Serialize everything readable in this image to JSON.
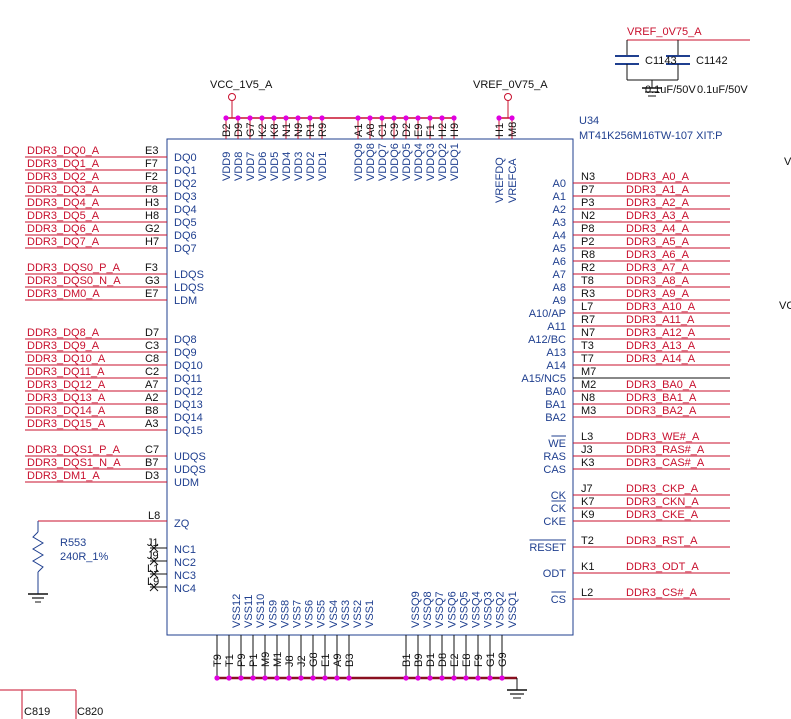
{
  "power": {
    "vcc": "VCC_1V5_A",
    "vref_mid": "VREF_0V75_A",
    "vref_top": "VREF_0V75_A"
  },
  "caps_top": {
    "c1": "C1143",
    "c2": "C1142",
    "c1_val": "0.1uF/50V",
    "c2_val": "0.1uF/50V"
  },
  "chip": {
    "ref": "U34",
    "part": "MT41K256M16TW-107 XIT:P"
  },
  "top_pins": {
    "vdd_nums": [
      "B2",
      "D9",
      "G7",
      "K2",
      "K8",
      "N1",
      "N9",
      "R1",
      "R9"
    ],
    "vddq_nums": [
      "A1",
      "A8",
      "C1",
      "C9",
      "D2",
      "E9",
      "F1",
      "H2",
      "H9"
    ],
    "vref_nums": [
      "H1",
      "M8"
    ],
    "vdd_names": [
      "VDD9",
      "VDD8",
      "VDD7",
      "VDD6",
      "VDD5",
      "VDD4",
      "VDD3",
      "VDD2",
      "VDD1"
    ],
    "vddq_names": [
      "VDDQ9",
      "VDDQ8",
      "VDDQ7",
      "VDDQ6",
      "VDDQ5",
      "VDDQ4",
      "VDDQ3",
      "VDDQ2",
      "VDDQ1"
    ],
    "vref_names": [
      "VREFDQ",
      "VREFCA"
    ]
  },
  "left_pins": [
    {
      "net": "DDR3_DQ0_A",
      "num": "E3",
      "name": "DQ0"
    },
    {
      "net": "DDR3_DQ1_A",
      "num": "F7",
      "name": "DQ1"
    },
    {
      "net": "DDR3_DQ2_A",
      "num": "F2",
      "name": "DQ2"
    },
    {
      "net": "DDR3_DQ3_A",
      "num": "F8",
      "name": "DQ3"
    },
    {
      "net": "DDR3_DQ4_A",
      "num": "H3",
      "name": "DQ4"
    },
    {
      "net": "DDR3_DQ5_A",
      "num": "H8",
      "name": "DQ5"
    },
    {
      "net": "DDR3_DQ6_A",
      "num": "G2",
      "name": "DQ6"
    },
    {
      "net": "DDR3_DQ7_A",
      "num": "H7",
      "name": "DQ7"
    },
    {
      "net": "DDR3_DQS0_P_A",
      "num": "F3",
      "name": "LDQS"
    },
    {
      "net": "DDR3_DQS0_N_A",
      "num": "G3",
      "name": "LDQS"
    },
    {
      "net": "DDR3_DM0_A",
      "num": "E7",
      "name": "LDM"
    },
    {
      "net": "DDR3_DQ8_A",
      "num": "D7",
      "name": "DQ8"
    },
    {
      "net": "DDR3_DQ9_A",
      "num": "C3",
      "name": "DQ9"
    },
    {
      "net": "DDR3_DQ10_A",
      "num": "C8",
      "name": "DQ10"
    },
    {
      "net": "DDR3_DQ11_A",
      "num": "C2",
      "name": "DQ11"
    },
    {
      "net": "DDR3_DQ12_A",
      "num": "A7",
      "name": "DQ12"
    },
    {
      "net": "DDR3_DQ13_A",
      "num": "A2",
      "name": "DQ13"
    },
    {
      "net": "DDR3_DQ14_A",
      "num": "B8",
      "name": "DQ14"
    },
    {
      "net": "DDR3_DQ15_A",
      "num": "A3",
      "name": "DQ15"
    },
    {
      "net": "DDR3_DQS1_P_A",
      "num": "C7",
      "name": "UDQS"
    },
    {
      "net": "DDR3_DQS1_N_A",
      "num": "B7",
      "name": "UDQS"
    },
    {
      "net": "DDR3_DM1_A",
      "num": "D3",
      "name": "UDM"
    }
  ],
  "zq": {
    "num": "L8",
    "name": "ZQ",
    "res_ref": "R553",
    "res_val": "240R_1%"
  },
  "nc_pins": [
    {
      "num": "J1",
      "name": "NC1"
    },
    {
      "num": "J9",
      "name": "NC2"
    },
    {
      "num": "L1",
      "name": "NC3"
    },
    {
      "num": "L9",
      "name": "NC4"
    }
  ],
  "right_pins": [
    {
      "net": "DDR3_A0_A",
      "num": "N3",
      "name": "A0"
    },
    {
      "net": "DDR3_A1_A",
      "num": "P7",
      "name": "A1"
    },
    {
      "net": "DDR3_A2_A",
      "num": "P3",
      "name": "A2"
    },
    {
      "net": "DDR3_A3_A",
      "num": "N2",
      "name": "A3"
    },
    {
      "net": "DDR3_A4_A",
      "num": "P8",
      "name": "A4"
    },
    {
      "net": "DDR3_A5_A",
      "num": "P2",
      "name": "A5"
    },
    {
      "net": "DDR3_A6_A",
      "num": "R8",
      "name": "A6"
    },
    {
      "net": "DDR3_A7_A",
      "num": "R2",
      "name": "A7"
    },
    {
      "net": "DDR3_A8_A",
      "num": "T8",
      "name": "A8"
    },
    {
      "net": "DDR3_A9_A",
      "num": "R3",
      "name": "A9"
    },
    {
      "net": "DDR3_A10_A",
      "num": "L7",
      "name": "A10/AP"
    },
    {
      "net": "DDR3_A11_A",
      "num": "R7",
      "name": "A11"
    },
    {
      "net": "DDR3_A12_A",
      "num": "N7",
      "name": "A12/BC"
    },
    {
      "net": "DDR3_A13_A",
      "num": "T3",
      "name": "A13"
    },
    {
      "net": "DDR3_A14_A",
      "num": "T7",
      "name": "A14"
    },
    {
      "net": "",
      "num": "M7",
      "name": "A15/NC5"
    },
    {
      "net": "DDR3_BA0_A",
      "num": "M2",
      "name": "BA0"
    },
    {
      "net": "DDR3_BA1_A",
      "num": "N8",
      "name": "BA1"
    },
    {
      "net": "DDR3_BA2_A",
      "num": "M3",
      "name": "BA2"
    },
    {
      "net": "DDR3_WE#_A",
      "num": "L3",
      "name": "WE"
    },
    {
      "net": "DDR3_RAS#_A",
      "num": "J3",
      "name": "RAS"
    },
    {
      "net": "DDR3_CAS#_A",
      "num": "K3",
      "name": "CAS"
    },
    {
      "net": "DDR3_CKP_A",
      "num": "J7",
      "name": "CK"
    },
    {
      "net": "DDR3_CKN_A",
      "num": "K7",
      "name": "CK"
    },
    {
      "net": "DDR3_CKE_A",
      "num": "K9",
      "name": "CKE"
    },
    {
      "net": "DDR3_RST_A",
      "num": "T2",
      "name": "RESET"
    },
    {
      "net": "DDR3_ODT_A",
      "num": "K1",
      "name": "ODT"
    },
    {
      "net": "DDR3_CS#_A",
      "num": "L2",
      "name": "CS"
    }
  ],
  "bottom_pins": {
    "vss_nums": [
      "T9",
      "T1",
      "P9",
      "P1",
      "M9",
      "M1",
      "J8",
      "J2",
      "G8",
      "E1",
      "A9",
      "B3"
    ],
    "vss_names": [
      "VSS12",
      "VSS11",
      "VSS10",
      "VSS9",
      "VSS8",
      "VSS7",
      "VSS6",
      "VSS5",
      "VSS4",
      "VSS3",
      "VSS2",
      "VSS1"
    ],
    "vssq_nums": [
      "B1",
      "B9",
      "D1",
      "D8",
      "E2",
      "E8",
      "F9",
      "G1",
      "G9"
    ],
    "vssq_names": [
      "VSSQ9",
      "VSSQ8",
      "VSSQ7",
      "VSSQ6",
      "VSSQ5",
      "VSSQ4",
      "VSSQ3",
      "VSSQ2",
      "VSSQ1"
    ]
  },
  "bottom_caps": {
    "c1": "C819",
    "c2": "C820"
  },
  "edge_labels": {
    "v1": "V",
    "v2": "VC"
  },
  "colors": {
    "wire": "#c8102e",
    "pin_text": "#1f3f8f",
    "body": "#1f3f8f",
    "junction": "#e000e0"
  }
}
